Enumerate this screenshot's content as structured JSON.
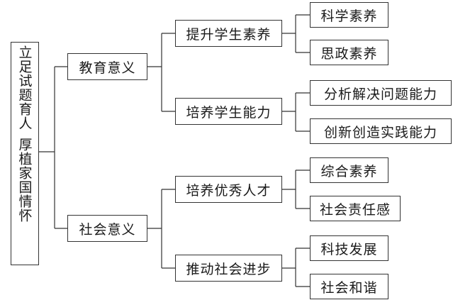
{
  "root": {
    "line1": "立足试题育人",
    "line2": "厚植家国情怀"
  },
  "level1": [
    {
      "label": "教育意义"
    },
    {
      "label": "社会意义"
    }
  ],
  "level2": [
    {
      "label": "提升学生素养"
    },
    {
      "label": "培养学生能力"
    },
    {
      "label": "培养优秀人才"
    },
    {
      "label": "推动社会进步"
    }
  ],
  "level3": [
    {
      "label": "科学素养"
    },
    {
      "label": "思政素养"
    },
    {
      "label": "分析解决问题能力"
    },
    {
      "label": "创新创造实践能力"
    },
    {
      "label": "综合素养"
    },
    {
      "label": "社会责任感"
    },
    {
      "label": "科技发展"
    },
    {
      "label": "社会和谐"
    }
  ]
}
